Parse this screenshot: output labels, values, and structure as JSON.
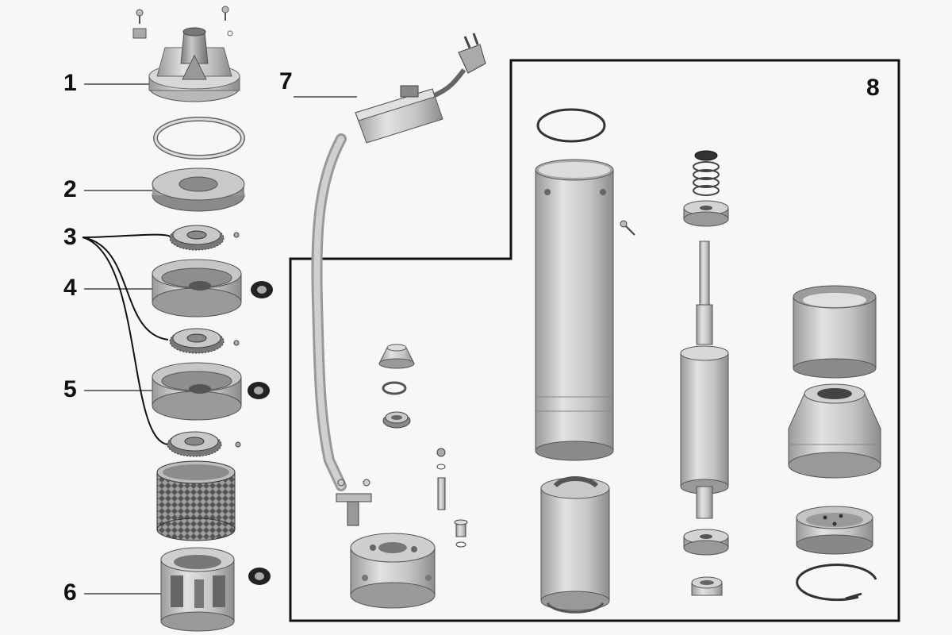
{
  "diagram": {
    "callouts": [
      {
        "label": "1"
      },
      {
        "label": "2"
      },
      {
        "label": "3"
      },
      {
        "label": "4"
      },
      {
        "label": "5"
      },
      {
        "label": "6"
      },
      {
        "label": "7"
      },
      {
        "label": "8"
      }
    ]
  }
}
